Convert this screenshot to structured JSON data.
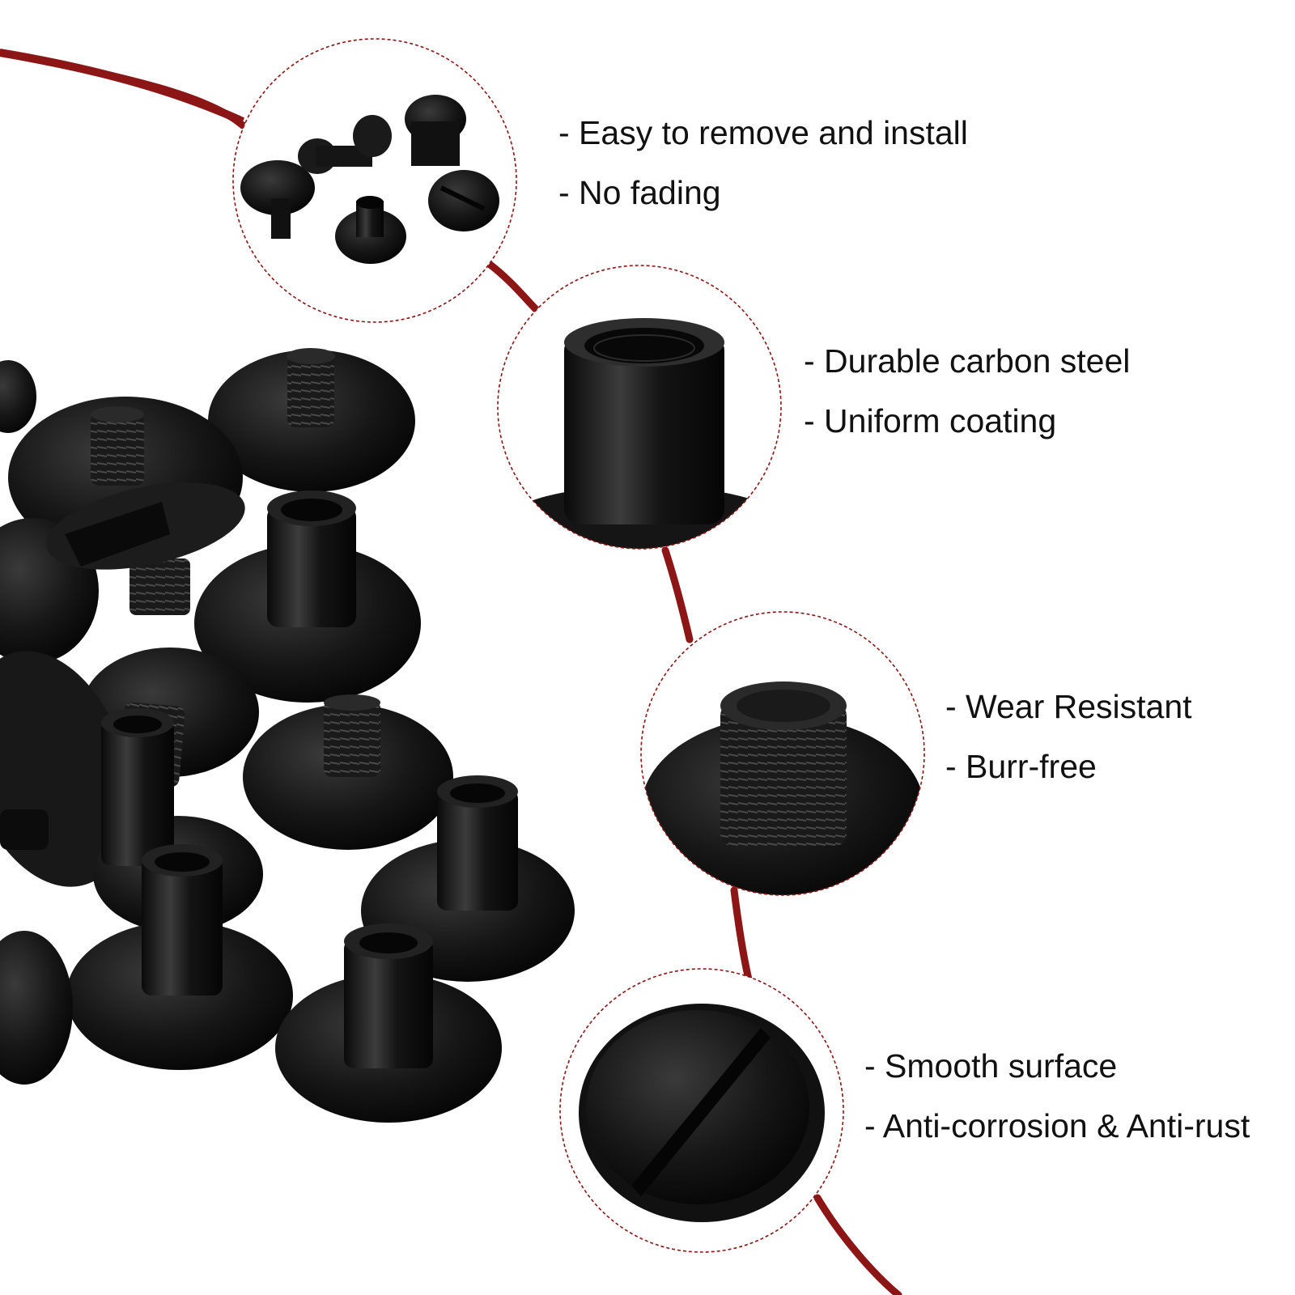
{
  "colors": {
    "background": "#ffffff",
    "accent_line": "#8c1515",
    "circle_border": "#8c1515",
    "product_black": "#141414",
    "text": "#111111"
  },
  "callouts": [
    {
      "detail": "assembled-and-disassembled-screws",
      "lines": [
        "- Easy to remove and install",
        "- No fading"
      ]
    },
    {
      "detail": "threaded-sleeve-closeup",
      "lines": [
        "- Durable carbon steel",
        "- Uniform coating"
      ]
    },
    {
      "detail": "threaded-screw-closeup",
      "lines": [
        "- Wear Resistant",
        "- Burr-free"
      ]
    },
    {
      "detail": "slotted-head-closeup",
      "lines": [
        "- Smooth surface",
        "- Anti-corrosion & Anti-rust"
      ]
    }
  ]
}
